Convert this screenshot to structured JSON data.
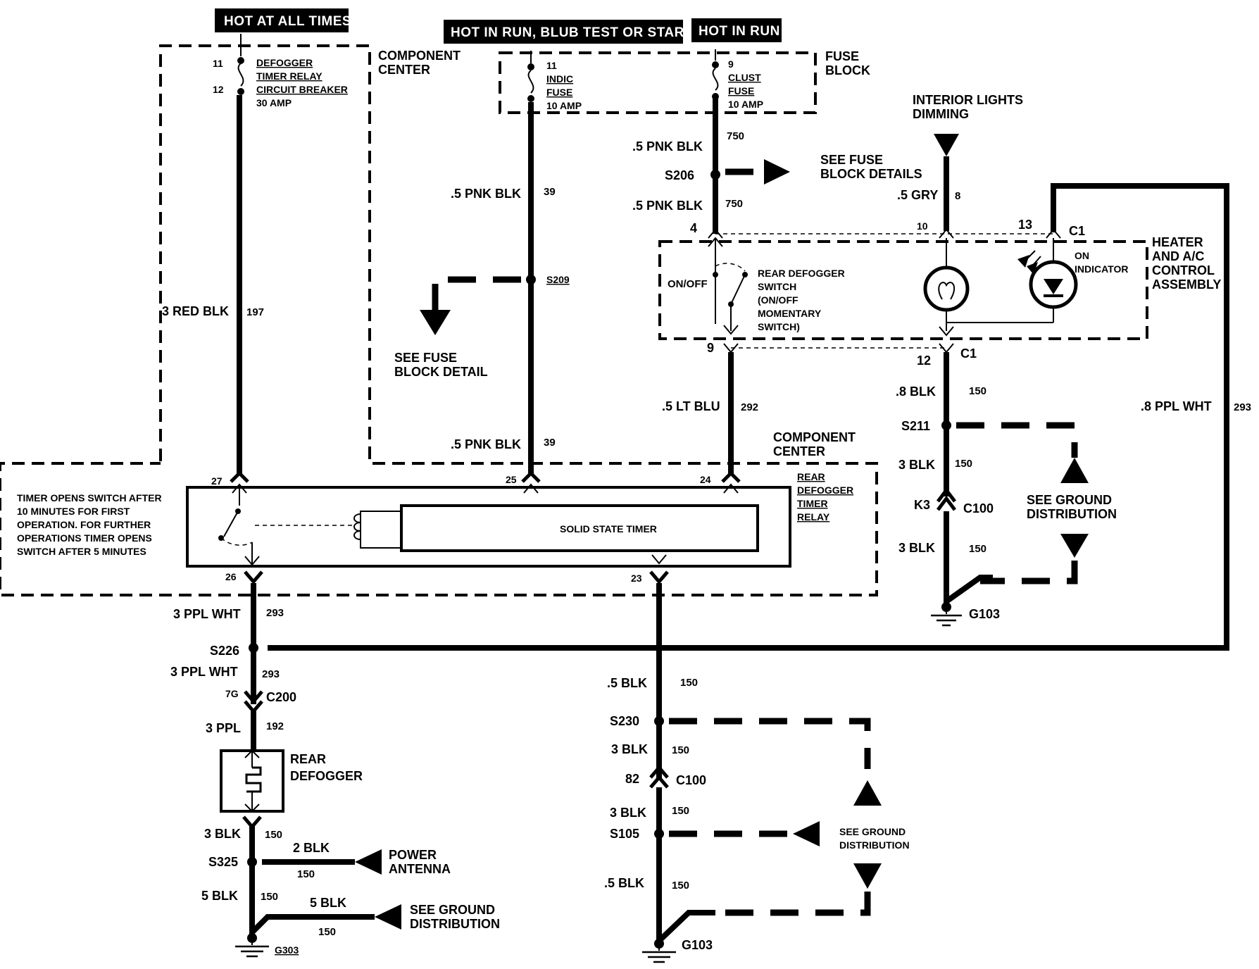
{
  "banners": {
    "hot_all_times": "HOT AT ALL TIMES",
    "hot_run_bulb_start": "HOT IN RUN, BLUB TEST OR START",
    "hot_in_run": "HOT IN RUN"
  },
  "blocks": {
    "component_center_1": "COMPONENT",
    "component_center_2": "CENTER",
    "fuse_block_1": "FUSE",
    "fuse_block_2": "BLOCK",
    "heater_1": "HEATER",
    "heater_2": "AND A/C",
    "heater_3": "CONTROL",
    "heater_4": "ASSEMBLY",
    "component_center_lower_1": "COMPONENT",
    "component_center_lower_2": "CENTER"
  },
  "breaker": {
    "pin_top": "11",
    "pin_bottom": "12",
    "label_1": "DEFOGGER",
    "label_2": "TIMER RELAY",
    "label_3": "CIRCUIT BREAKER",
    "label_4": "30 AMP"
  },
  "indic_fuse": {
    "pin": "11",
    "l1": "INDIC",
    "l2": "FUSE",
    "l3": "10 AMP"
  },
  "clust_fuse": {
    "pin": "9",
    "l1": "CLUST",
    "l2": "FUSE",
    "l3": "10 AMP"
  },
  "wires": {
    "w197_label": "3 RED BLK",
    "w197_num": "197",
    "w39_label_a": ".5 PNK BLK",
    "w39_num_a": "39",
    "w39_label_b": ".5 PNK BLK",
    "w39_num_b": "39",
    "w750_label_a": ".5 PNK BLK",
    "w750_num_a": "750",
    "w750_label_b": ".5 PNK BLK",
    "w750_num_b": "750",
    "w8_label": ".5 GRY",
    "w8_num": "8",
    "w292_label": ".5 LT BLU",
    "w292_num": "292",
    "w150_label_a": ".8 BLK",
    "w150_num_a": "150",
    "w150_label_b": "3 BLK",
    "w150_num_b": "150",
    "w150_label_c": "3 BLK",
    "w150_num_c": "150",
    "w293_label_right": ".8 PPL WHT",
    "w293_num_right": "293",
    "w293_label_a": "3 PPL WHT",
    "w293_num_a": "293",
    "w293_label_b": "3 PPL WHT",
    "w293_num_b": "293",
    "w192_label": "3 PPL",
    "w192_num": "192",
    "w150_label_d": "3 BLK",
    "w150_num_d": "150",
    "w150_label_e": "2 BLK",
    "w150_num_e": "150",
    "w150_label_f": "5 BLK",
    "w150_num_f": "150",
    "w150_label_g": "5 BLK",
    "w150_num_g": "150",
    "w150_label_h": ".5 BLK",
    "w150_num_h": "150",
    "w150_label_i": "3 BLK",
    "w150_num_i": "150",
    "w150_label_j": "3 BLK",
    "w150_num_j": "150",
    "w150_label_k": ".5 BLK",
    "w150_num_k": "150"
  },
  "splices": {
    "s206": "S206",
    "s209": "S209",
    "s211": "S211",
    "s226": "S226",
    "s230": "S230",
    "s105": "S105",
    "s325": "S325"
  },
  "notes": {
    "see_fuse_block_details_1": "SEE FUSE",
    "see_fuse_block_details_2": "BLOCK DETAILS",
    "see_fuse_block_detail_1": "SEE FUSE",
    "see_fuse_block_detail_2": "BLOCK DETAIL",
    "interior_1": "INTERIOR LIGHTS",
    "interior_2": "DIMMING",
    "see_ground_1a": "SEE GROUND",
    "see_ground_1b": "DISTRIBUTION",
    "see_ground_2a": "SEE GROUND",
    "see_ground_2b": "DISTRIBUTION",
    "see_ground_3a": "SEE GROUND",
    "see_ground_3b": "DISTRIBUTION",
    "power_antenna_1": "POWER",
    "power_antenna_2": "ANTENNA"
  },
  "switch": {
    "on_off": "ON/OFF",
    "l1": "REAR DEFOGGER",
    "l2": "SWITCH",
    "l3": "(ON/OFF",
    "l4": "MOMENTARY",
    "l5": "SWITCH)"
  },
  "indicator": {
    "l1": "ON",
    "l2": "INDICATOR"
  },
  "pins": {
    "p4": "4",
    "p10": "10",
    "p13": "13",
    "c1_top": "C1",
    "p9": "9",
    "p12": "12",
    "c1_bottom": "C1",
    "k3": "K3",
    "c100_right": "C100",
    "p27": "27",
    "p25": "25",
    "p24": "24",
    "p26": "26",
    "p23": "23",
    "p7g": "7G",
    "c200": "C200",
    "p82": "82",
    "c100_mid": "C100"
  },
  "relay": {
    "l1": "REAR",
    "l2": "DEFOGGER",
    "l3": "TIMER",
    "l4": "RELAY",
    "solid_state": "SOLID STATE TIMER"
  },
  "timer_note": {
    "l1": "TIMER OPENS SWITCH AFTER",
    "l2": "10 MINUTES FOR FIRST",
    "l3": "OPERATION. FOR FURTHER",
    "l4": "OPERATIONS TIMER OPENS",
    "l5": "SWITCH AFTER 5 MINUTES"
  },
  "defogger": {
    "l1": "REAR",
    "l2": "DEFOGGER"
  },
  "grounds": {
    "g103_right": "G103",
    "g103_mid": "G103",
    "g303": "G303"
  }
}
